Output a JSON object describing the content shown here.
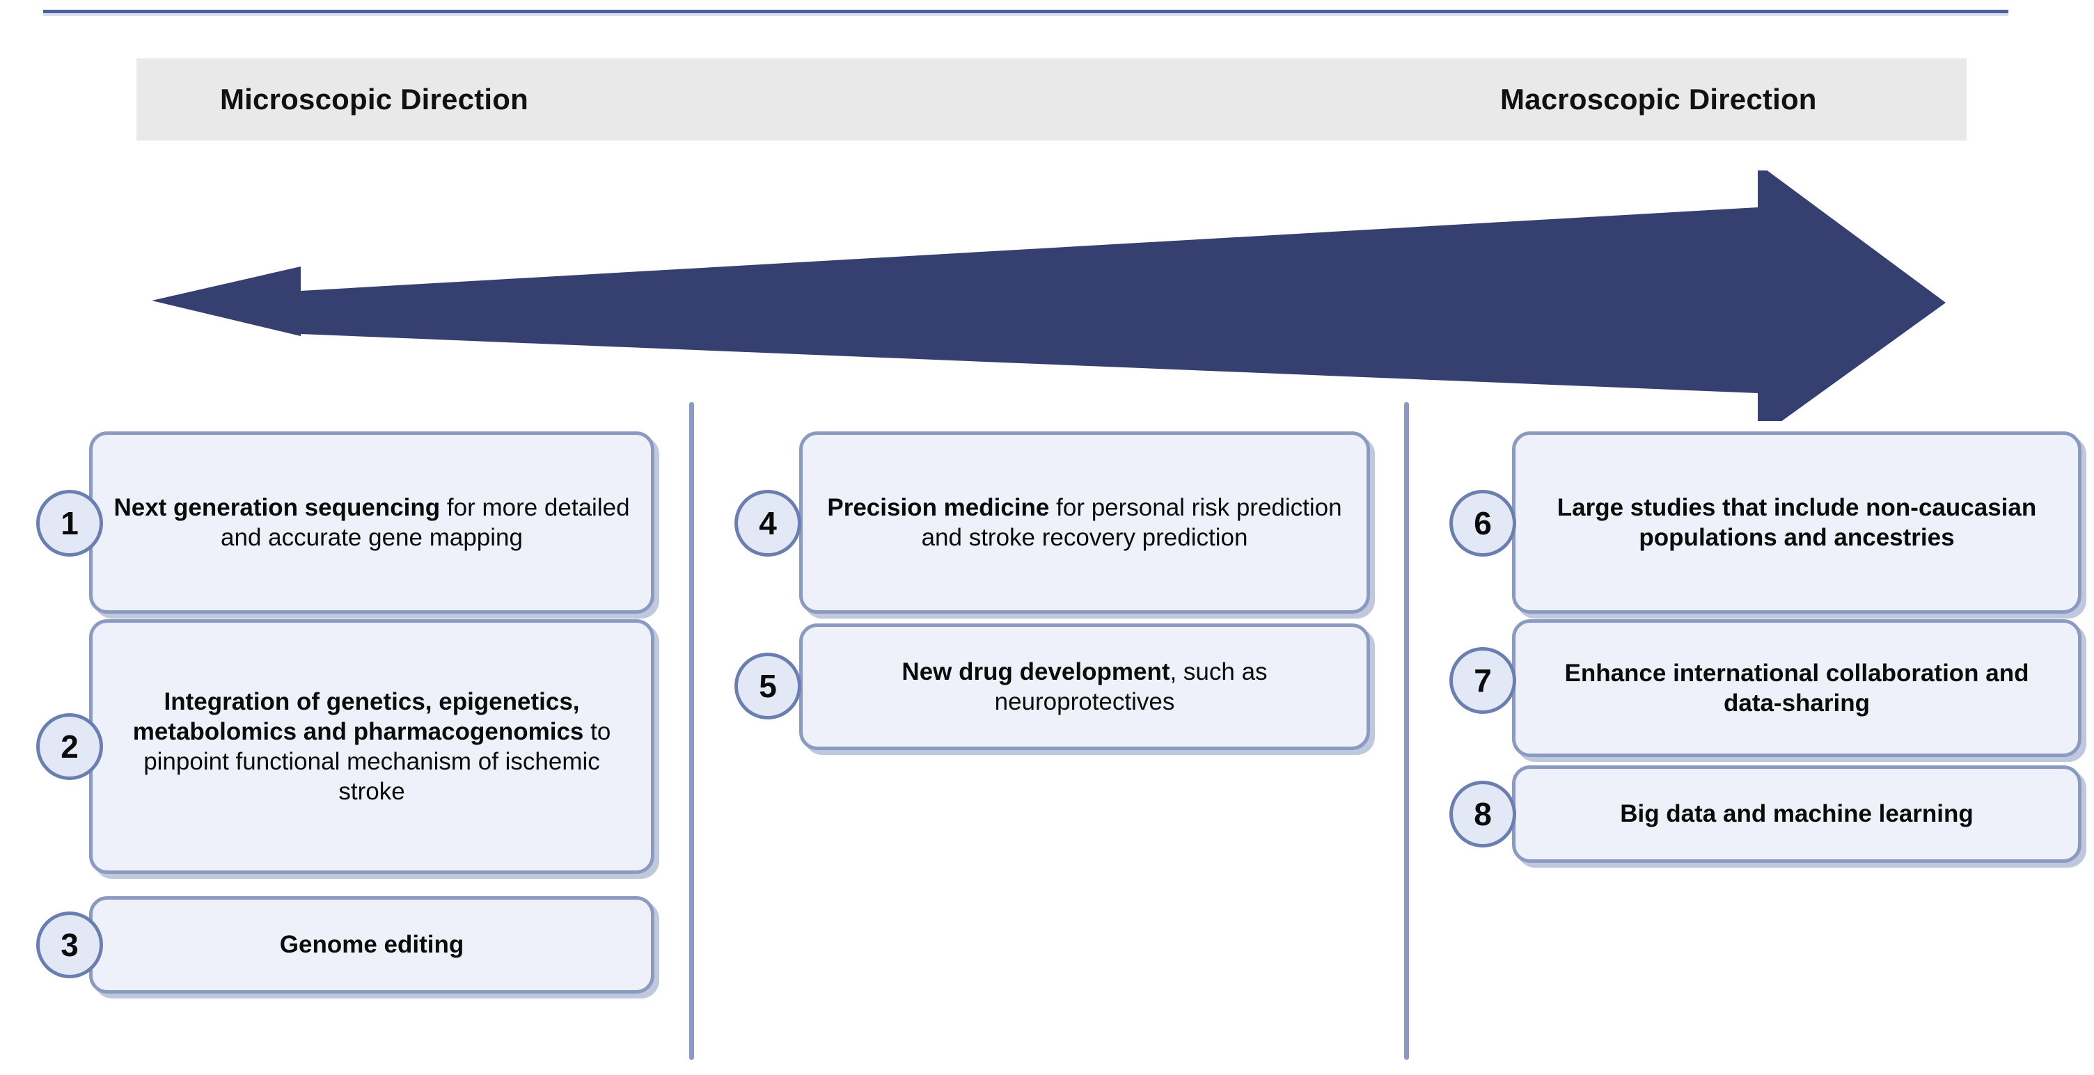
{
  "colors": {
    "arrow": "#364070",
    "card_fill": "#eef1f9",
    "card_border": "#8a9ac0",
    "badge_fill": "#e3e8f7",
    "badge_border": "#6b7eb0",
    "header_band": "#e9e9e9",
    "divider": "#8a9ac0",
    "top_rule": "#4f5f99"
  },
  "header": {
    "left_label": "Microscopic Direction",
    "right_label": "Macroscopic Direction"
  },
  "arrow": {
    "name": "double-headed-horizontal-arrow",
    "left_direction": "Microscopic Direction",
    "right_direction": "Macroscopic Direction"
  },
  "columns": [
    {
      "id": "microscopic",
      "items": [
        {
          "number": "1",
          "bold": "Next generation sequencing",
          "regular": " for more detailed and accurate gene mapping",
          "full_text": "Next generation sequencing for more detailed and accurate gene mapping"
        },
        {
          "number": "2",
          "bold": "Integration of genetics, epigenetics, metabolomics and pharmacogenomics",
          "regular": " to pinpoint functional mechanism of ischemic stroke",
          "full_text": "Integration of genetics, epigenetics, metabolomics and pharmacogenomics to pinpoint functional mechanism of ischemic stroke"
        },
        {
          "number": "3",
          "bold": "Genome editing",
          "regular": "",
          "full_text": "Genome editing"
        }
      ]
    },
    {
      "id": "intermediate",
      "items": [
        {
          "number": "4",
          "bold": "Precision medicine",
          "regular": " for personal risk prediction and stroke recovery prediction",
          "full_text": "Precision medicine for personal risk prediction and stroke recovery prediction"
        },
        {
          "number": "5",
          "bold": "New drug development",
          "regular": ", such as neuroprotectives",
          "full_text": "New drug development, such as neuroprotectives"
        }
      ]
    },
    {
      "id": "macroscopic",
      "items": [
        {
          "number": "6",
          "bold": "Large studies that include non-caucasian populations and ancestries",
          "regular": "",
          "full_text": "Large studies that include non-caucasian populations and ancestries"
        },
        {
          "number": "7",
          "bold": "Enhance international collaboration and data-sharing",
          "regular": "",
          "full_text": "Enhance international collaboration and data-sharing"
        },
        {
          "number": "8",
          "bold": "Big data and machine learning",
          "regular": "",
          "full_text": "Big data and machine learning"
        }
      ]
    }
  ]
}
